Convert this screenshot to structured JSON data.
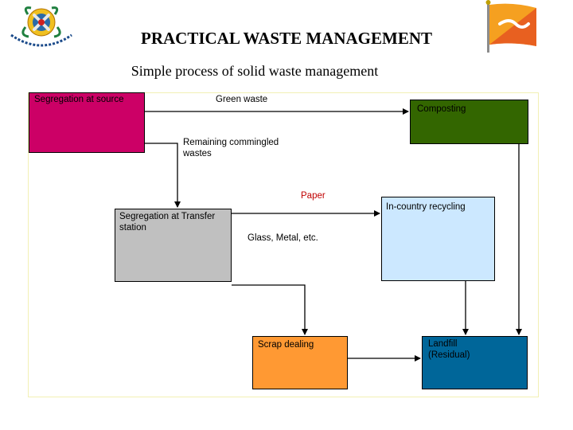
{
  "slide": {
    "title": "PRACTICAL WASTE MANAGEMENT",
    "subtitle": "Simple process of solid waste management"
  },
  "diagram": {
    "nodes": {
      "segregation_source": {
        "label": "Segregation at source",
        "fill": "#cc0066"
      },
      "composting": {
        "label": "Composting",
        "fill": "#336600"
      },
      "segregation_transfer": {
        "label": "Segregation at Transfer station",
        "fill": "#c0c0c0"
      },
      "in_country_recycling": {
        "label": "In-country recycling",
        "fill": "#cce8ff"
      },
      "scrap_dealing": {
        "label": "Scrap dealing",
        "fill": "#ff9933"
      },
      "landfill": {
        "label": "Landfill (Residual)",
        "fill": "#006699"
      }
    },
    "edges": {
      "green_waste": "Green waste",
      "remaining_commingled": "Remaining commingled wastes",
      "paper": "Paper",
      "glass_metal": "Glass, Metal, etc."
    }
  },
  "colors": {
    "frame": "#f2f0b4",
    "paper_label": "#c00000"
  },
  "icons": {
    "emblem": "national-emblem-icon",
    "flag": "bhutan-flag-icon"
  }
}
